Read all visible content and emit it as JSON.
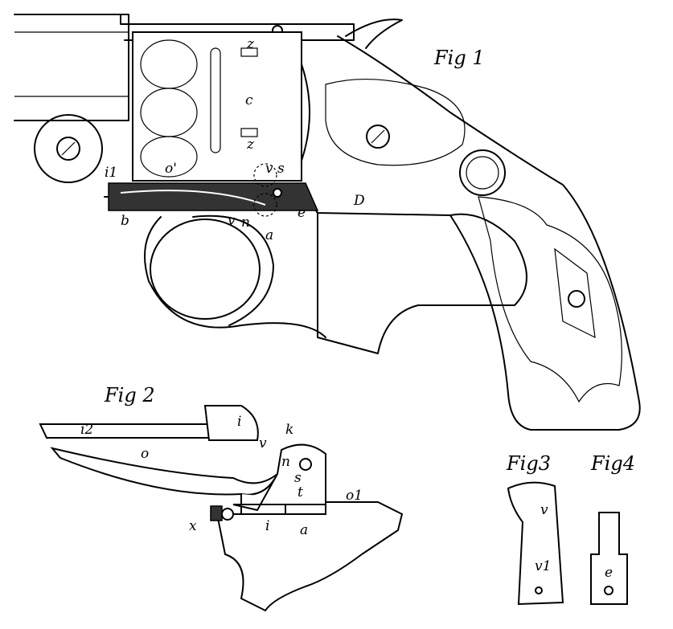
{
  "figures": {
    "fig1": {
      "title": "Fig 1",
      "labels": [
        "z",
        "c",
        "z",
        "o'",
        "i1",
        "v",
        "s",
        "b",
        "D",
        "v",
        "n",
        "a",
        "e"
      ]
    },
    "fig2": {
      "title": "Fig 2",
      "labels": [
        "i2",
        "i",
        "o",
        "k",
        "v",
        "n",
        "s",
        "t",
        "o1",
        "x",
        "i",
        "a"
      ]
    },
    "fig3": {
      "title": "Fig3",
      "labels": [
        "v",
        "v1"
      ]
    },
    "fig4": {
      "title": "Fig4",
      "labels": [
        "e"
      ]
    }
  },
  "colors": {
    "ink": "#000000",
    "paper": "#ffffff"
  }
}
